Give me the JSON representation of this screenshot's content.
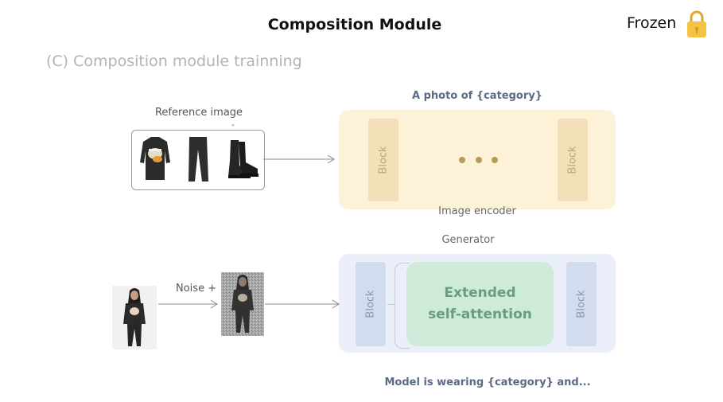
{
  "header": {
    "title": "Composition Module",
    "frozen_label": "Frozen",
    "lock_icon": "lock-icon"
  },
  "section": {
    "subtitle": "(C) Composition module trainning"
  },
  "reference": {
    "label": "Reference image",
    "tiny_mark": "-",
    "items": [
      "sweatshirt-image",
      "pants-image",
      "boots-image"
    ]
  },
  "encoder": {
    "prompt": "A photo of {category}",
    "block_left": "Block",
    "block_right": "Block",
    "label": "Image encoder"
  },
  "generator": {
    "label": "Generator",
    "block_left": "Block",
    "block_right": "Block",
    "attention_line1": "Extended",
    "attention_line2": "self-attention",
    "prompt": "Model is wearing {category} and..."
  },
  "noise": {
    "label": "Noise +"
  },
  "colors": {
    "encoder_panel": "#fdf2d8",
    "encoder_block": "#f3dfb8",
    "generator_panel": "#eaeffa",
    "generator_block": "#d3dcee",
    "attention_fill": "#cdebd8",
    "attention_text": "#6a9c7f",
    "prompt_text": "#5b6b86",
    "lock": "#f5c342"
  }
}
